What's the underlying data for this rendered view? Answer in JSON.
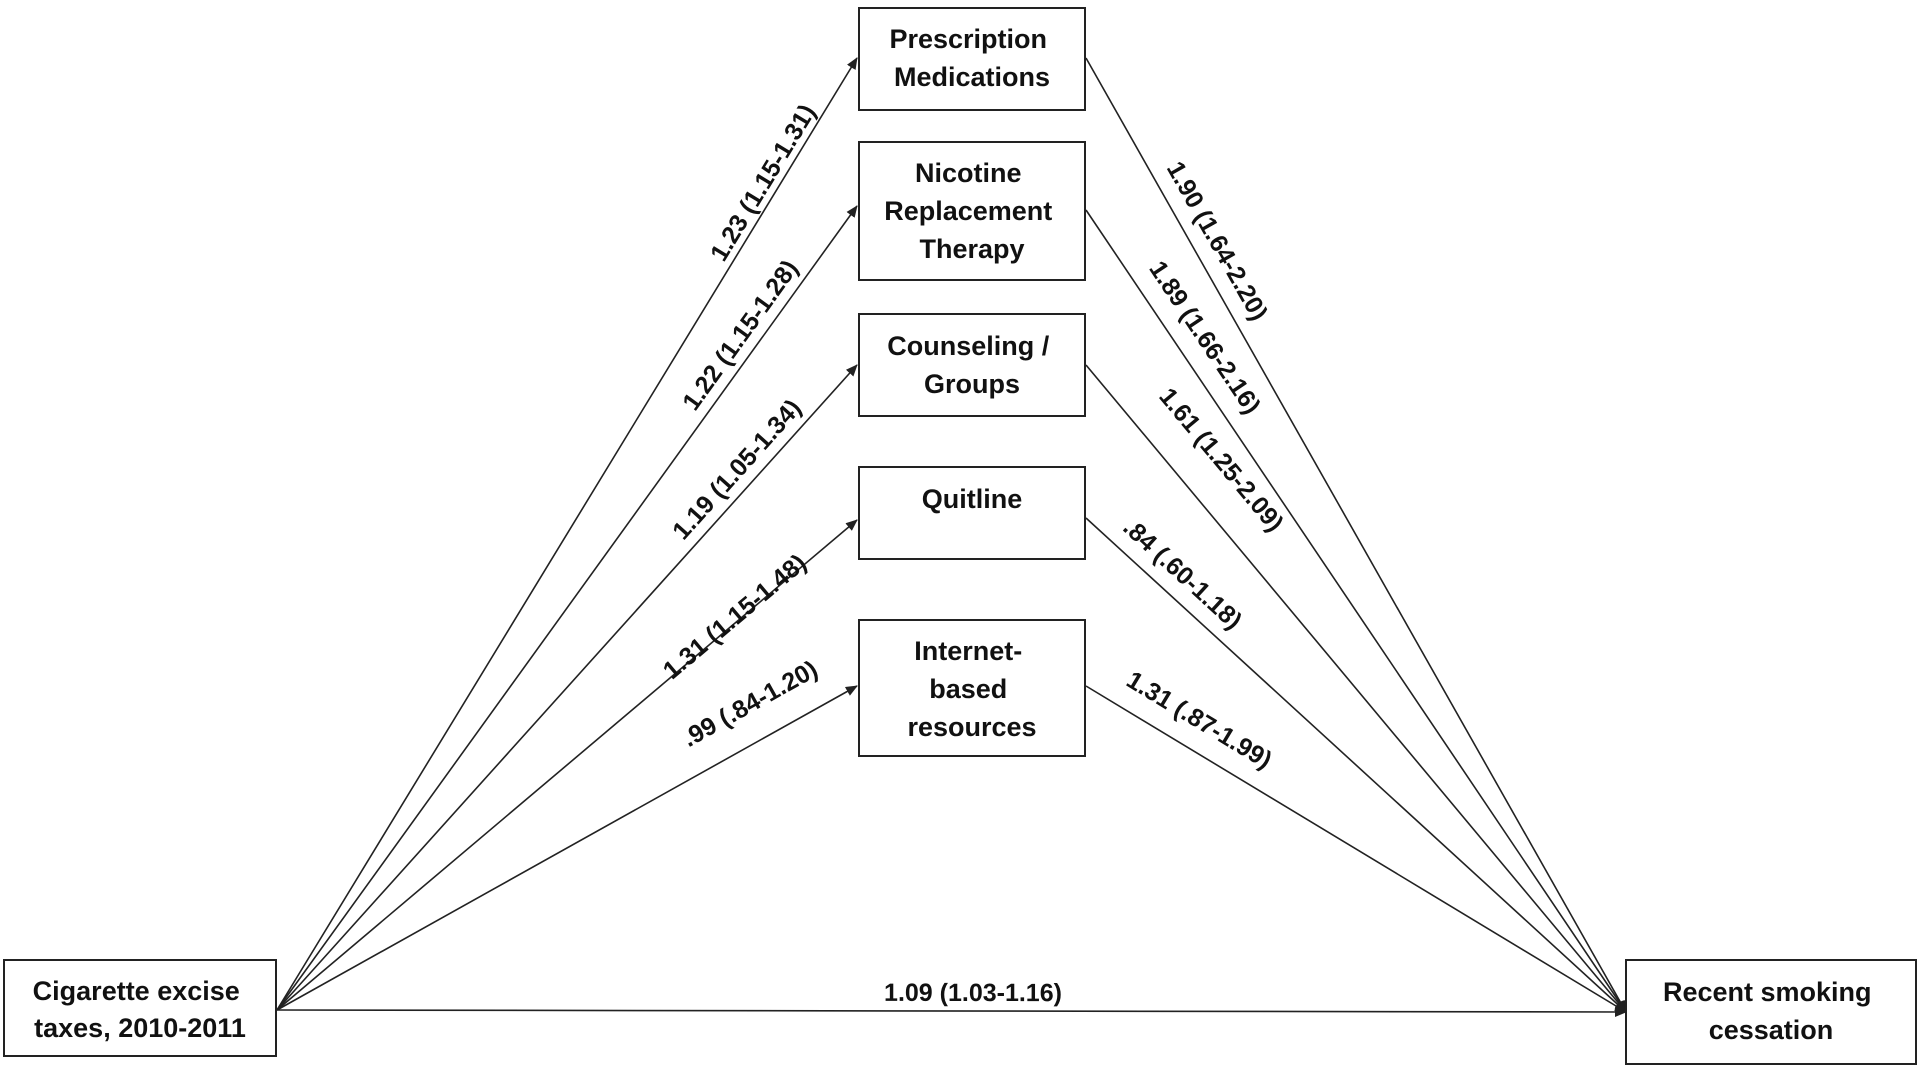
{
  "colors": {
    "stroke": "#222222",
    "text": "#111111",
    "background": "#ffffff"
  },
  "nodes": {
    "source": [
      "Cigarette excise",
      "taxes, 2010-2011"
    ],
    "target": [
      "Recent smoking",
      "cessation"
    ],
    "mediators": [
      [
        "Prescription",
        "Medications"
      ],
      [
        "Nicotine",
        "Replacement",
        "Therapy"
      ],
      [
        "Counseling /",
        "Groups"
      ],
      [
        "Quitline"
      ],
      [
        "Internet-",
        "based",
        "resources"
      ]
    ]
  },
  "edges": {
    "source_to_mediator": [
      "1.23 (1.15-1.31)",
      "1.22 (1.15-1.28)",
      "1.19 (1.05-1.34)",
      "1.31 (1.15-1.48)",
      ".99 (.84-1.20)"
    ],
    "mediator_to_target": [
      "1.90 (1.64-2.20)",
      "1.89 (1.66-2.16)",
      "1.61 (1.25-2.09)",
      ".84 (.60-1.18)",
      "1.31 (.87-1.99)"
    ],
    "direct": "1.09 (1.03-1.16)"
  }
}
